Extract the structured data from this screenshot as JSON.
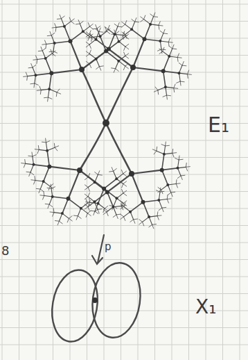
{
  "diagram": {
    "labels": [
      "E₁",
      "p",
      "X₁",
      "8"
    ]
  }
}
